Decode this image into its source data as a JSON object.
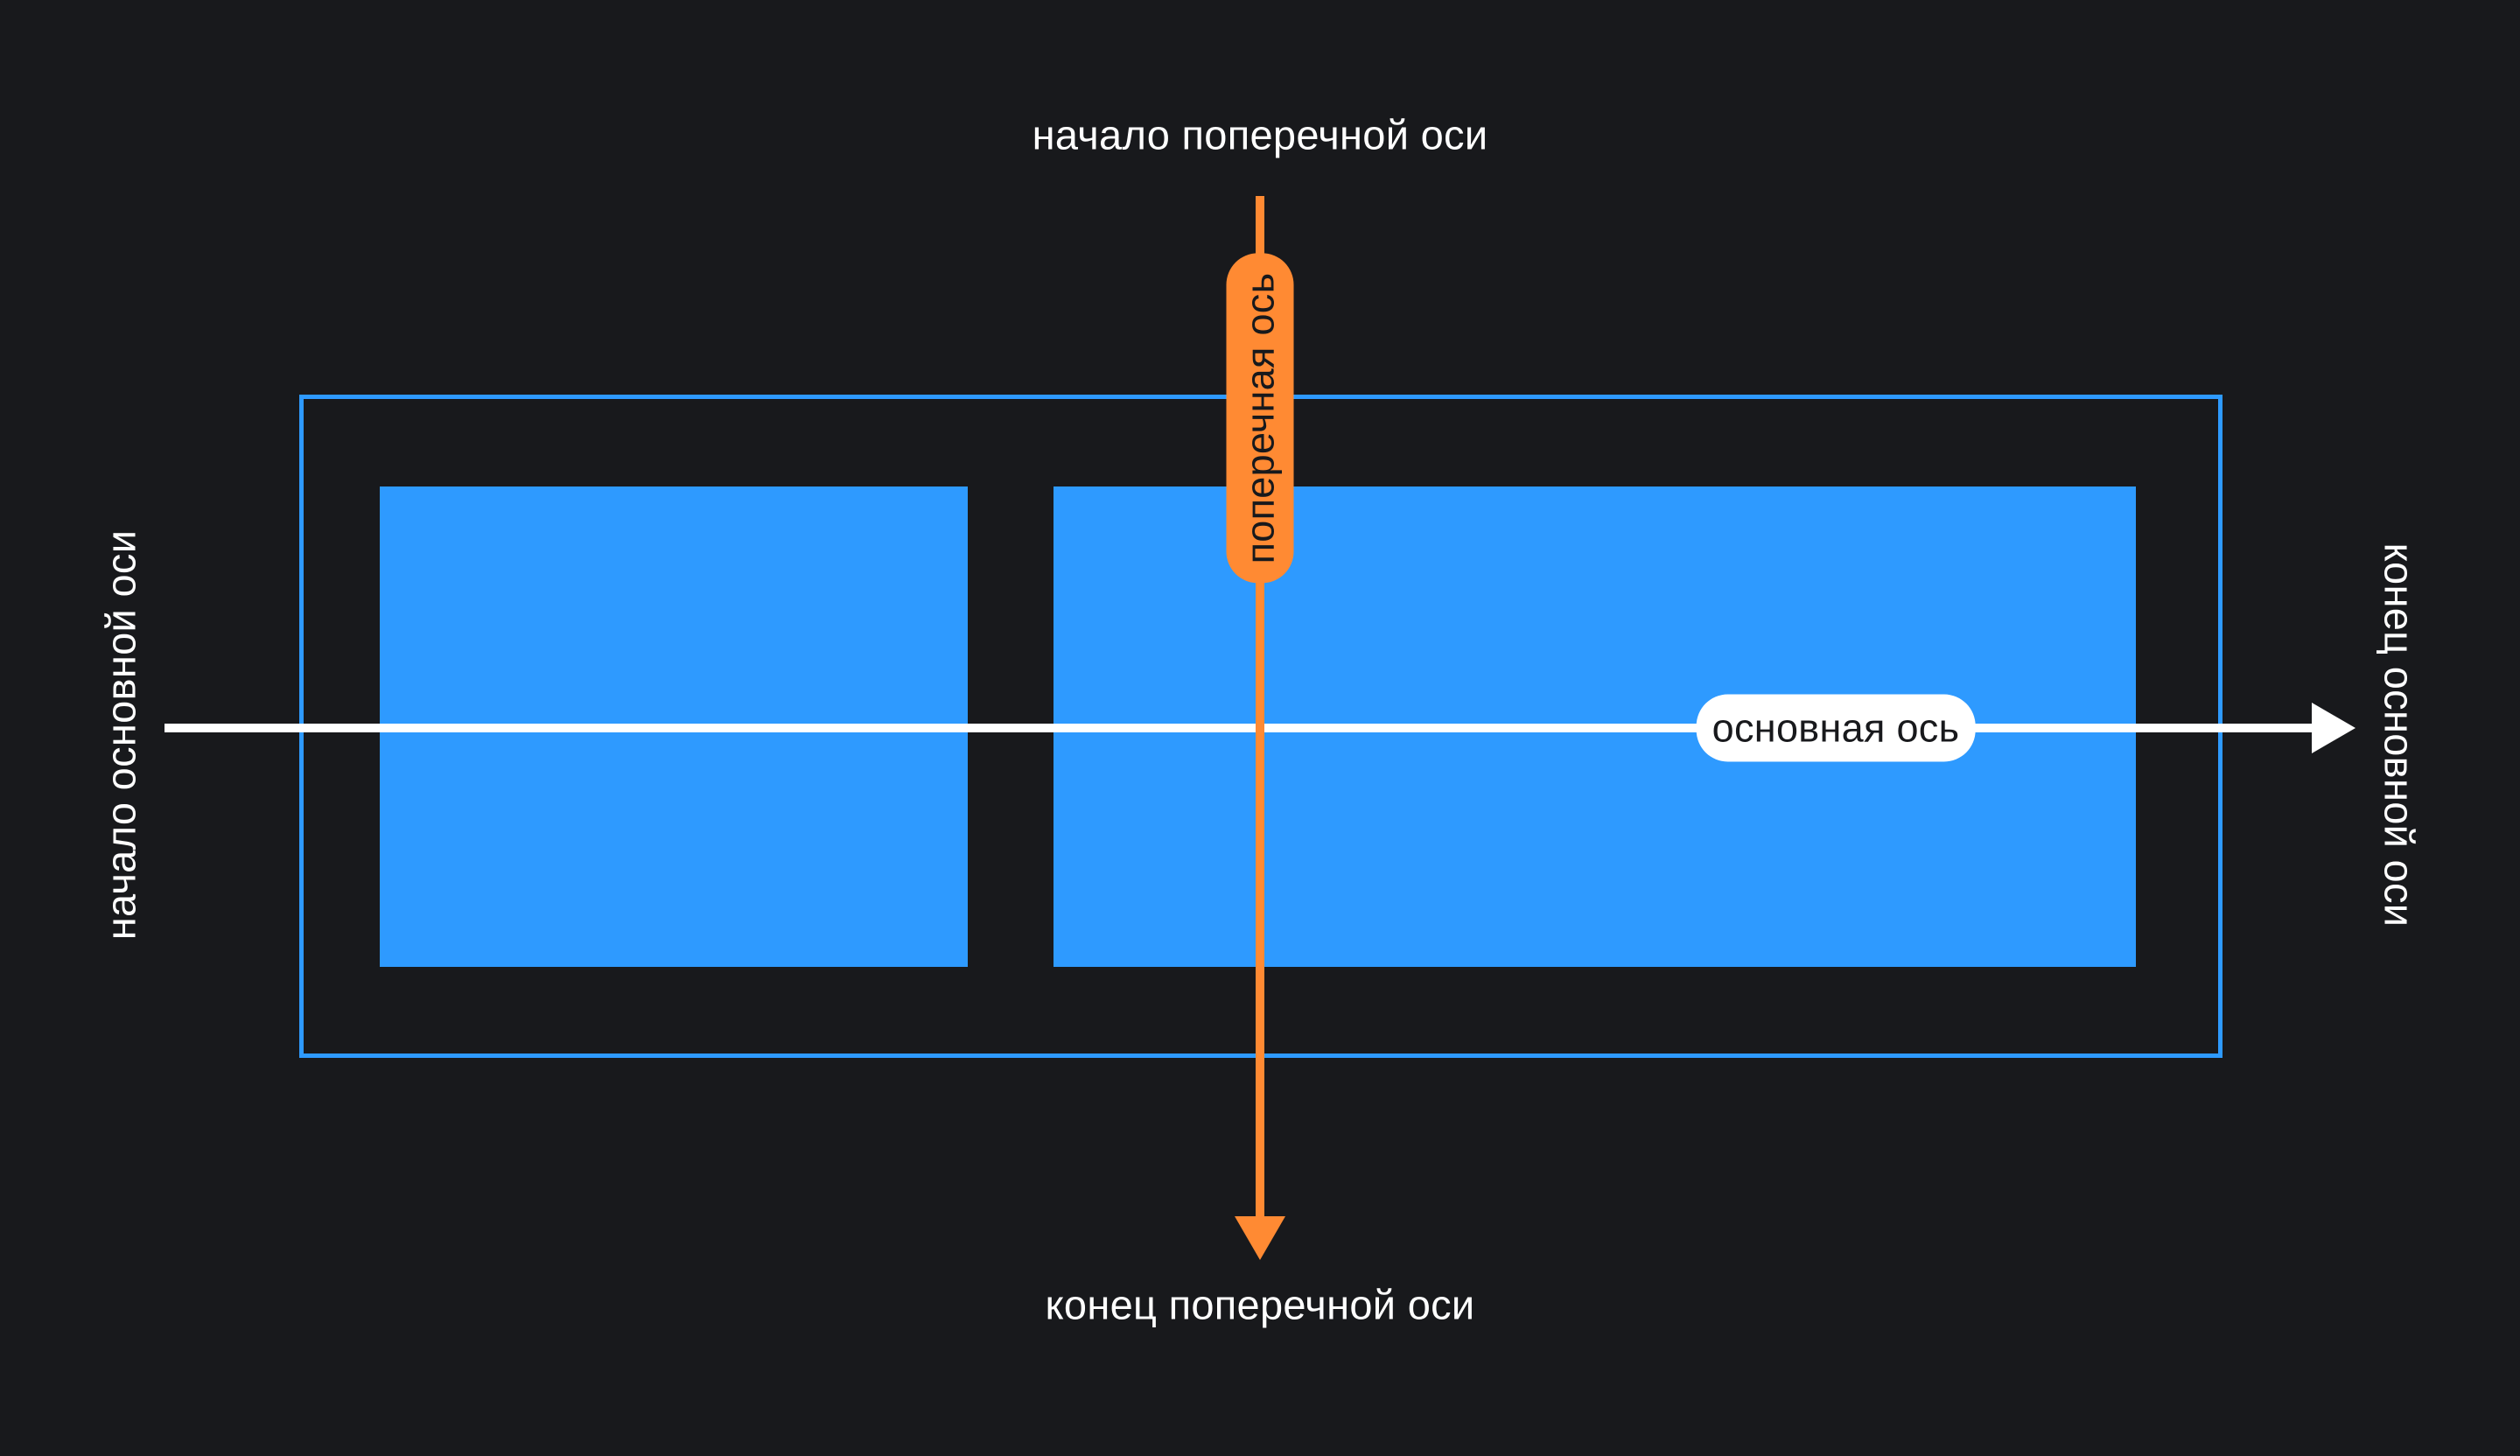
{
  "colors": {
    "background": "#18191c",
    "container_border": "#2e9aff",
    "item_fill": "#2e9aff",
    "main_axis": "#ffffff",
    "cross_axis": "#ff8a33",
    "pill_text": "#18191c"
  },
  "labels": {
    "cross_axis_start": "начало поперечной оси",
    "cross_axis_end": "конец поперечной оси",
    "main_axis_start": "начало основной оси",
    "main_axis_end": "конец основной оси"
  },
  "axes": {
    "main_axis_name": "основная ось",
    "cross_axis_name": "поперечная ось"
  }
}
